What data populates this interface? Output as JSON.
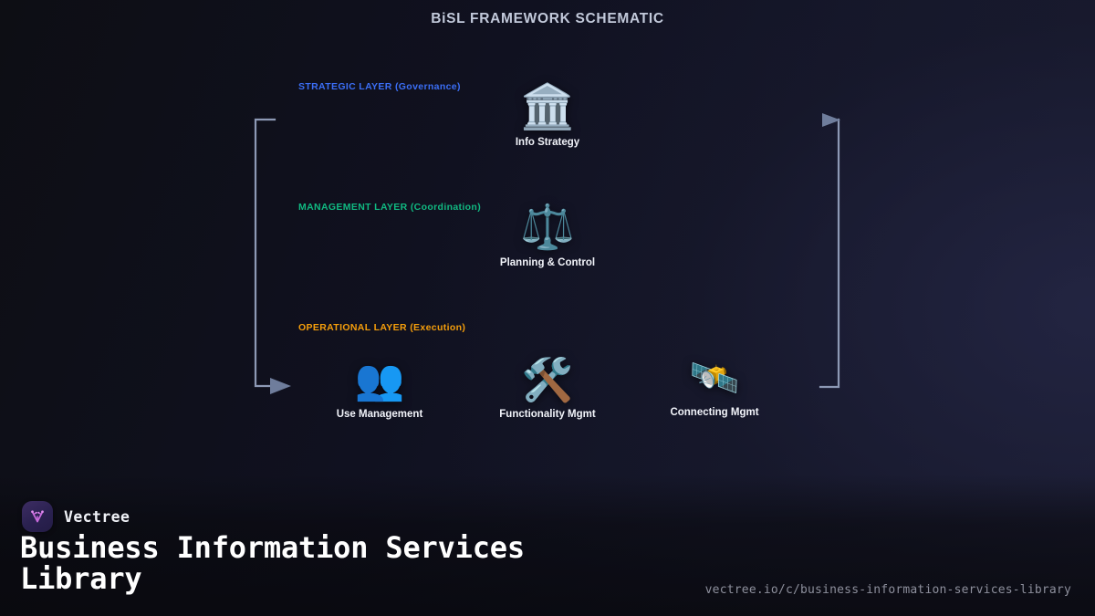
{
  "schematic": {
    "title": "BiSL FRAMEWORK SCHEMATIC",
    "layers": [
      {
        "id": "strategic",
        "label": "STRATEGIC LAYER (Governance)",
        "color": "#3b6ef5"
      },
      {
        "id": "management",
        "label": "MANAGEMENT LAYER (Coordination)",
        "color": "#10b981"
      },
      {
        "id": "operational",
        "label": "OPERATIONAL LAYER (Execution)",
        "color": "#f59e0b"
      }
    ],
    "nodes": [
      {
        "id": "info-strategy",
        "caption": "Info Strategy",
        "icon": "classical-building-icon",
        "glyph": "🏛️",
        "layer": "strategic"
      },
      {
        "id": "planning-control",
        "caption": "Planning & Control",
        "icon": "balance-scale-icon",
        "glyph": "⚖️",
        "layer": "management"
      },
      {
        "id": "use-management",
        "caption": "Use Management",
        "icon": "two-people-icon",
        "glyph": "👥",
        "layer": "operational"
      },
      {
        "id": "functionality-mgmt",
        "caption": "Functionality Mgmt",
        "icon": "hammer-and-wrench-icon",
        "glyph": "🛠️",
        "layer": "operational"
      },
      {
        "id": "connecting-mgmt",
        "caption": "Connecting Mgmt",
        "icon": "satellite-icon",
        "glyph": "🛰️",
        "layer": "operational"
      }
    ],
    "brackets": {
      "stroke_color": "#8d99b5",
      "left": {
        "name": "left-flow-bracket",
        "arrow_direction": "right",
        "arrow_position": "bottom"
      },
      "right": {
        "name": "right-flow-bracket",
        "arrow_direction": "right",
        "arrow_position": "top"
      }
    }
  },
  "footer": {
    "brand_name": "Vectree",
    "logo_icon": "vectree-tree-logo-icon",
    "title": "Business Information Services Library",
    "url": "vectree.io/c/business-information-services-library",
    "accent_color": "#c86bdc"
  }
}
